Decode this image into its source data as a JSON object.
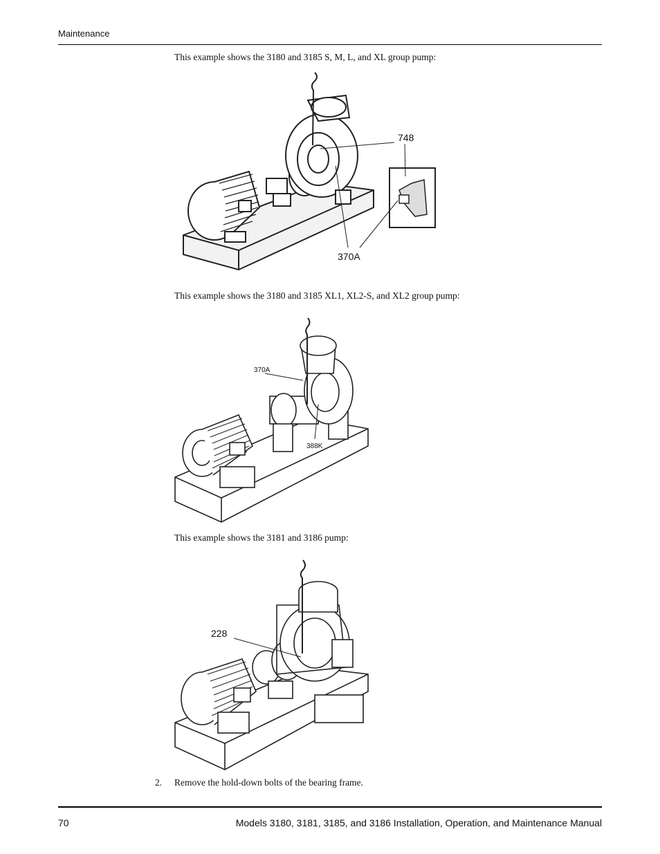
{
  "header": {
    "section": "Maintenance"
  },
  "figures": [
    {
      "caption": "This example shows the 3180 and 3185 S, M, L, and XL group pump:",
      "callouts": [
        "748",
        "370A"
      ]
    },
    {
      "caption": "This example shows the 3180 and 3185 XL1, XL2-S, and XL2 group pump:",
      "callouts": [
        "370A",
        "388K"
      ]
    },
    {
      "caption": "This example shows the 3181 and 3186 pump:",
      "callouts": [
        "228"
      ]
    }
  ],
  "step": {
    "number": "2.",
    "text": "Remove the hold-down bolts of the bearing frame."
  },
  "footer": {
    "page": "70",
    "title": "Models 3180, 3181, 3185, and 3186 Installation, Operation, and Maintenance Manual"
  }
}
